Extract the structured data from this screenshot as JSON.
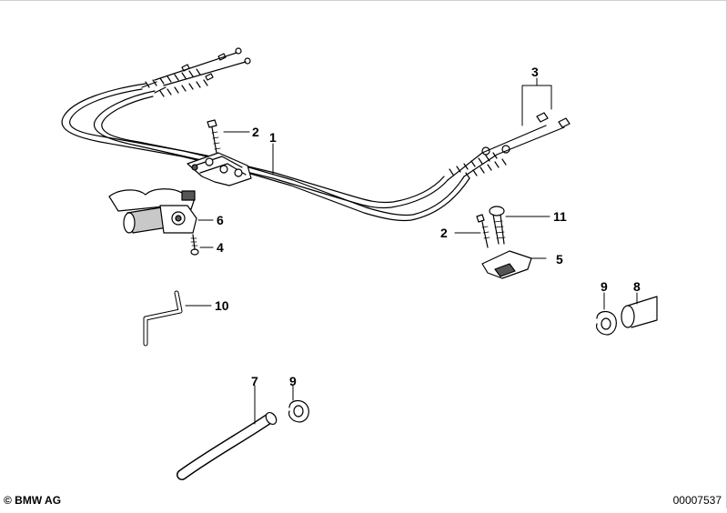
{
  "parts": [
    {
      "id": "cable-assembly",
      "number": "1"
    },
    {
      "id": "screw-upper",
      "number": "2"
    },
    {
      "id": "cable-ends",
      "number": "3"
    },
    {
      "id": "screw-motor",
      "number": "4"
    },
    {
      "id": "bracket",
      "number": "5"
    },
    {
      "id": "drive-motor",
      "number": "6"
    },
    {
      "id": "hose-lower",
      "number": "7"
    },
    {
      "id": "hose-right",
      "number": "8"
    },
    {
      "id": "grommet-right",
      "number": "9"
    },
    {
      "id": "crank-handle",
      "number": "10"
    },
    {
      "id": "bolt-bracket",
      "number": "11"
    },
    {
      "id": "screw-bracket",
      "number": "2"
    },
    {
      "id": "grommet-lower",
      "number": "9"
    }
  ],
  "footer": {
    "copyright": "© BMW AG",
    "drawing_number": "00007537"
  },
  "colors": {
    "line": "#000000",
    "part_fill": "#ffffff",
    "shade": "#c8c8c8",
    "dark": "#555555"
  }
}
